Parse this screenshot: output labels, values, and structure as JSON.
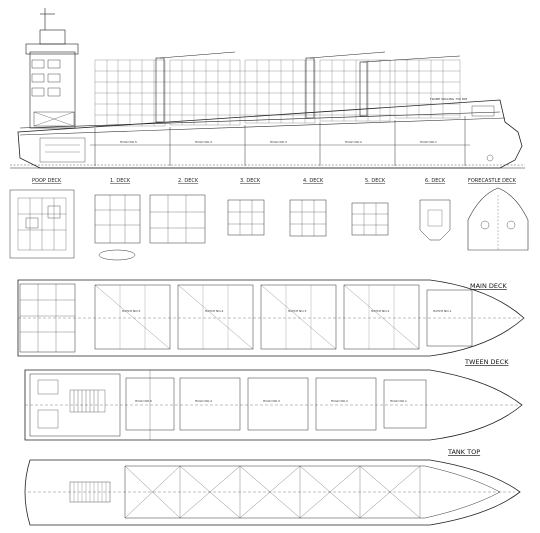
{
  "title": "GENERAL ARRANGEMENT",
  "profile": {
    "frame_spacing_note": "FRAME SPACING 750 MM",
    "hold_labels": [
      "HOLD NO.5",
      "HOLD NO.4",
      "HOLD NO.3",
      "HOLD NO.2",
      "HOLD NO.1"
    ]
  },
  "deck_plans": [
    {
      "label": "POOP DECK"
    },
    {
      "label": "1. DECK"
    },
    {
      "label": "2. DECK"
    },
    {
      "label": "3. DECK"
    },
    {
      "label": "4. DECK"
    },
    {
      "label": "5. DECK"
    },
    {
      "label": "6. DECK"
    },
    {
      "label": "FORECASTLE DECK"
    }
  ],
  "main_deck": {
    "label": "MAIN DECK",
    "hatch_labels": [
      "HATCH NO.5",
      "HATCH NO.4",
      "HATCH NO.3",
      "HATCH NO.2",
      "HATCH NO.1"
    ]
  },
  "tween_deck": {
    "label": "TWEEN DECK",
    "hold_labels": [
      "HOLD NO.5",
      "HOLD NO.4",
      "HOLD NO.3",
      "HOLD NO.2",
      "HOLD NO.1"
    ]
  },
  "tank_top": {
    "label": "TANK TOP"
  }
}
